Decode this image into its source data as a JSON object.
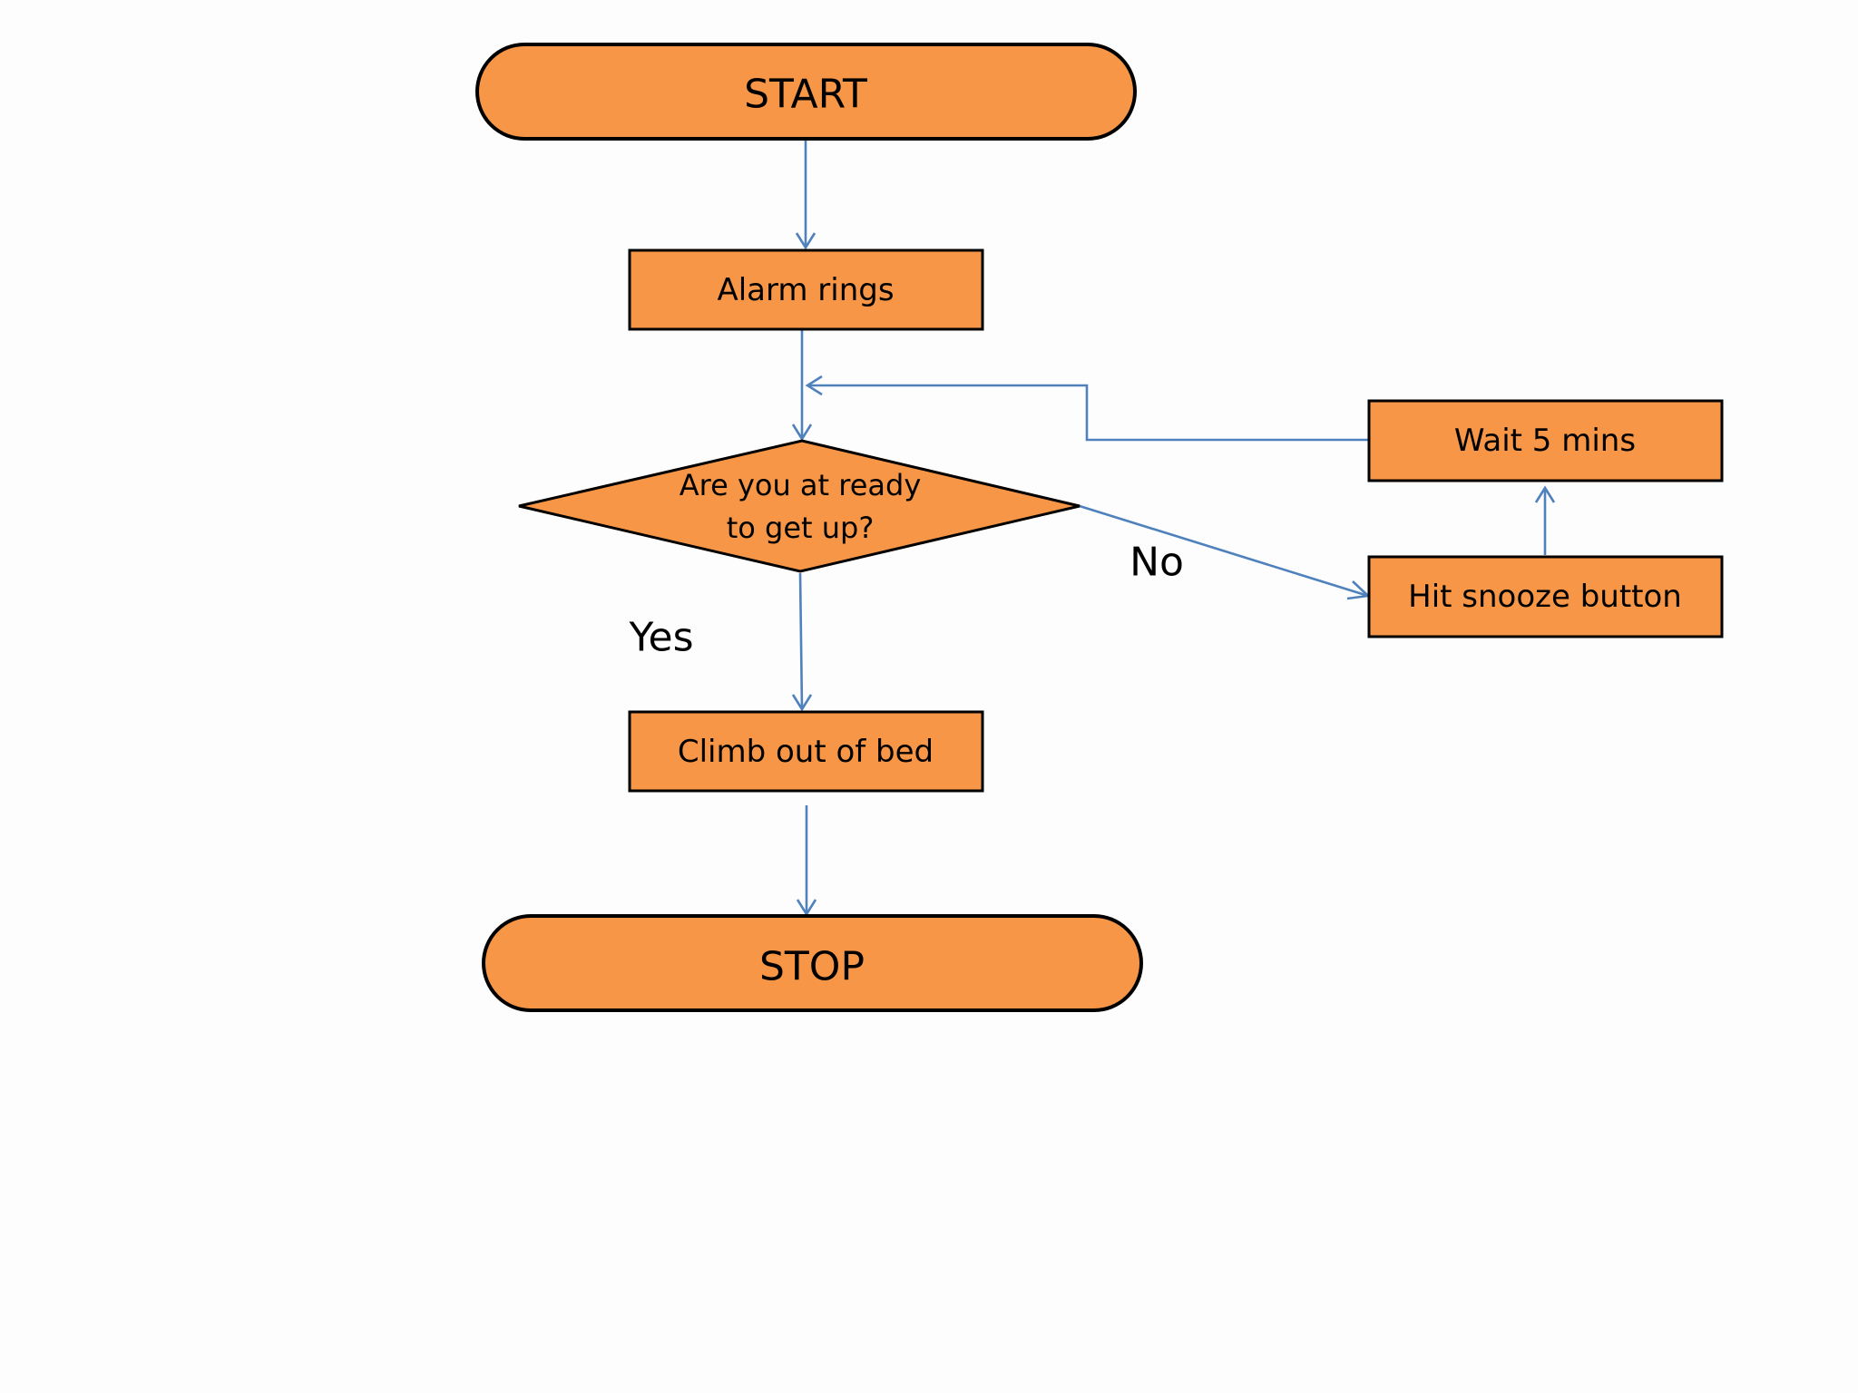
{
  "diagram": {
    "type": "flowchart",
    "nodes": [
      {
        "id": "start",
        "kind": "terminal",
        "label": "START"
      },
      {
        "id": "alarm",
        "kind": "process",
        "label": "Alarm rings"
      },
      {
        "id": "decision",
        "kind": "decision",
        "label_lines": [
          "Are you at ready",
          "to get up?"
        ]
      },
      {
        "id": "climb",
        "kind": "process",
        "label": "Climb out of bed"
      },
      {
        "id": "stop",
        "kind": "terminal",
        "label": "STOP"
      },
      {
        "id": "snooze",
        "kind": "process",
        "label": "Hit snooze button"
      },
      {
        "id": "wait",
        "kind": "process",
        "label": "Wait 5 mins"
      }
    ],
    "edges": [
      {
        "from": "start",
        "to": "alarm",
        "label": ""
      },
      {
        "from": "alarm",
        "to": "decision",
        "label": ""
      },
      {
        "from": "decision",
        "to": "climb",
        "label": "Yes"
      },
      {
        "from": "climb",
        "to": "stop",
        "label": ""
      },
      {
        "from": "decision",
        "to": "snooze",
        "label": "No"
      },
      {
        "from": "snooze",
        "to": "wait",
        "label": ""
      },
      {
        "from": "wait",
        "to": "decision",
        "label": ""
      }
    ],
    "colors": {
      "node_fill": "#f79646",
      "node_stroke": "#000000",
      "connector": "#4f81bd",
      "background": "#fdfdfd"
    }
  }
}
